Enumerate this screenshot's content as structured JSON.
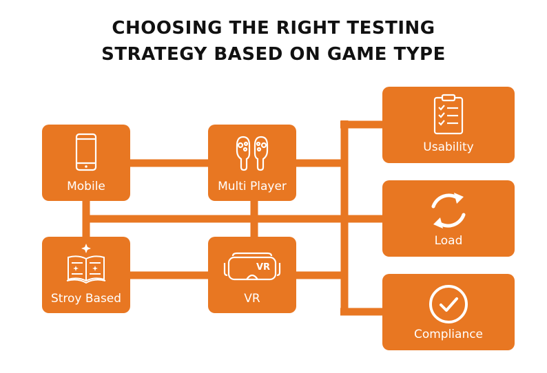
{
  "title": {
    "line1": "CHOOSING THE RIGHT TESTING",
    "line2": "STRATEGY BASED ON GAME TYPE"
  },
  "game_types": [
    {
      "label": "Mobile",
      "icon": "smartphone-icon"
    },
    {
      "label": "Multi Player",
      "icon": "game-controllers-icon"
    },
    {
      "label": "Stroy Based",
      "icon": "open-book-icon"
    },
    {
      "label": "VR",
      "icon": "vr-headset-icon"
    }
  ],
  "testing_types": [
    {
      "label": "Usability",
      "icon": "clipboard-checklist-icon"
    },
    {
      "label": "Load",
      "icon": "refresh-cycle-icon"
    },
    {
      "label": "Compliance",
      "icon": "check-circle-icon"
    }
  ],
  "colors": {
    "accent": "#e87722",
    "title": "#111111",
    "label": "#ffffff"
  },
  "icon_text": {
    "vr": "VR"
  }
}
